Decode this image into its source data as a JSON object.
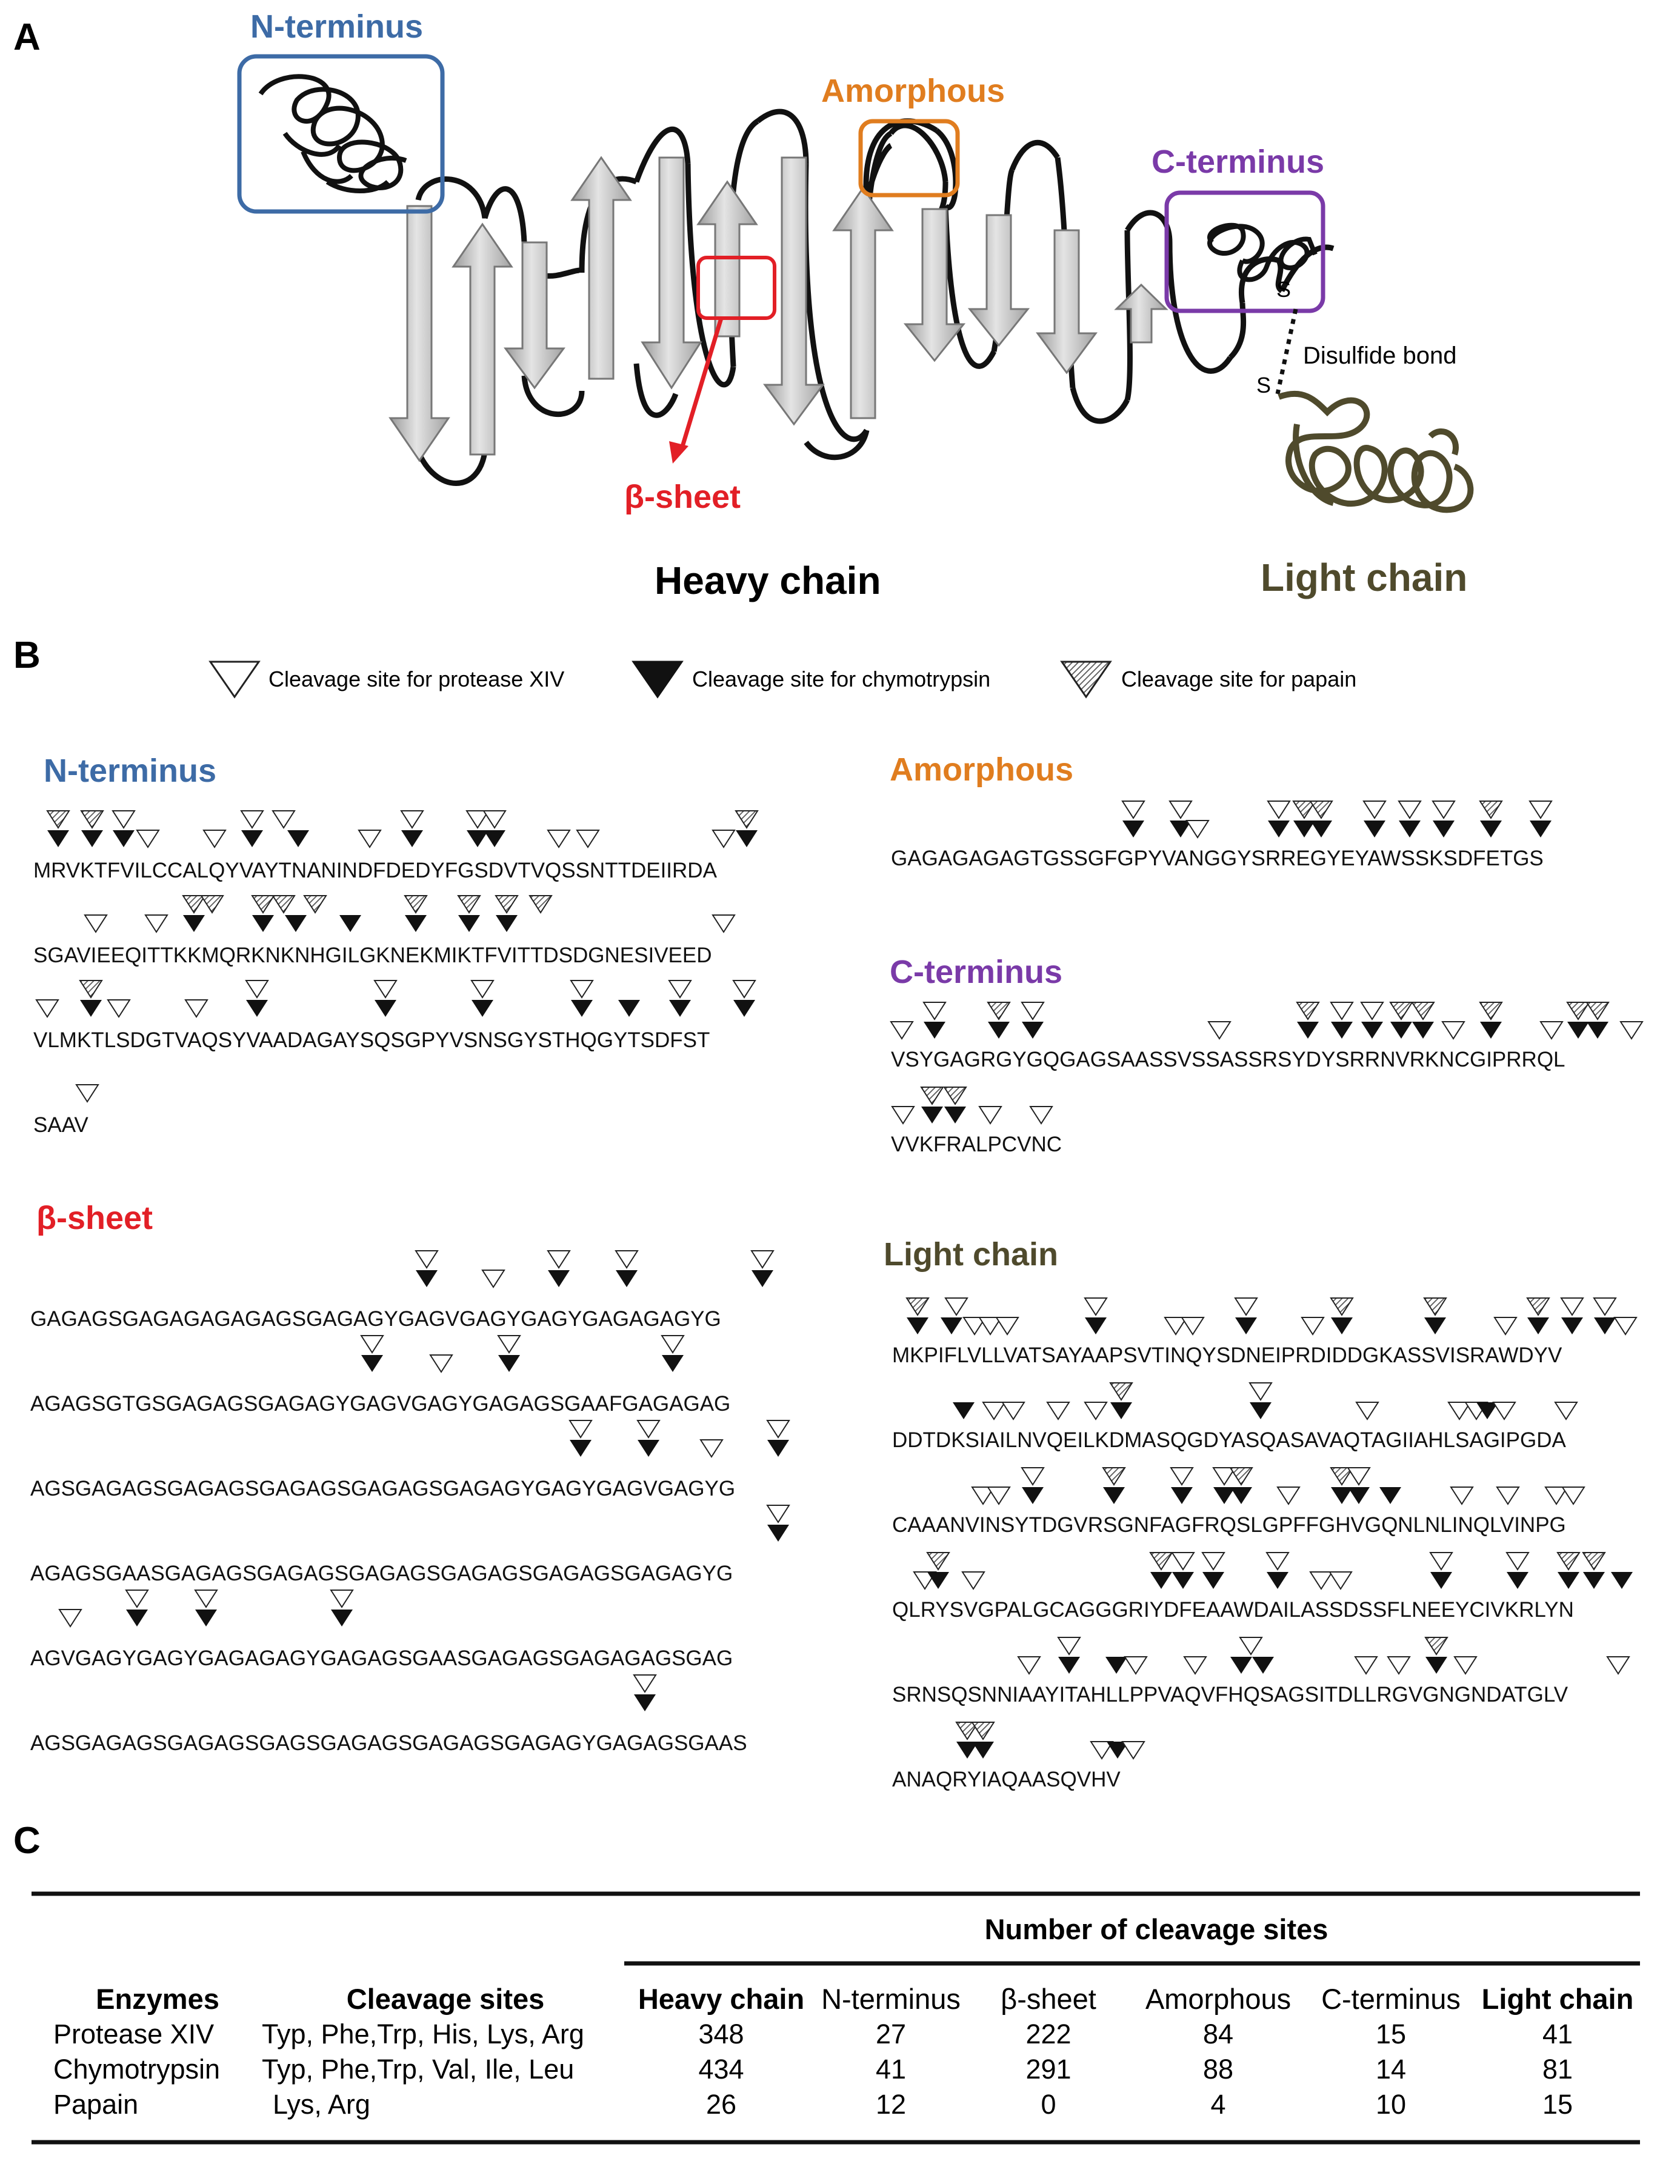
{
  "panels": {
    "a": "A",
    "b": "B",
    "c": "C"
  },
  "diagram": {
    "labels": {
      "n_terminus": "N-terminus",
      "amorphous": "Amorphous",
      "c_terminus": "C-terminus",
      "beta_sheet": "β-sheet",
      "disulfide_bond": "Disulfide bond",
      "s_top": "S",
      "s_bottom": "S",
      "heavy_chain": "Heavy chain",
      "light_chain": "Light chain"
    },
    "colors": {
      "n_terminus": "#3d6ba6",
      "amorphous": "#e07d1f",
      "c_terminus": "#7a3aa8",
      "beta_sheet": "#e21f26",
      "light_chain": "#4f4a2c"
    }
  },
  "legend": {
    "protease_xiv": "Cleavage site for protease XIV",
    "chymotrypsin": "Cleavage site for chymotrypsin",
    "papain": "Cleavage site for papain"
  },
  "sequences": {
    "n_terminus": {
      "title": "N-terminus",
      "lines": [
        "MRVKTFVILCCALQYVAYTNANINDFDEDYFGSDVTVQSSNTTDEIIRDA",
        "SGAVIEEQITTKKMQRKNKNHGILGKNEKMIKTFVITTDSDGNESIVEED",
        "VLMKTLSDGTVAQSYVAADAGAYSQSGPYVSNSGYSTHQGYTSDFST",
        "SAAV"
      ]
    },
    "beta_sheet": {
      "title": "β-sheet",
      "lines": [
        "GAGAGSGAGAGAGAGAGSGAGAGYGAGVGAGYGAGYGAGAGAGYG",
        "AGAGSGTGSGAGAGSGAGAGYGAGVGAGYGAGAGSGAAFGAGAGAG",
        "AGSGAGAGSGAGAGSGAGAGSGAGAGSGAGAGYGAGYGAGVGAGYG",
        "AGAGSGAASGAGAGSGAGAGSGAGAGSGAGAGSGAGAGSGAGAGYG",
        "AGVGAGYGAGYGAGAGAGYGAGAGSGAASGAGAGSGAGAGAGSGAG",
        "AGSGAGAGSGAGAGSGAGSGAGAGSGAGAGSGAGAGYGAGAGSGAAS"
      ]
    },
    "amorphous": {
      "title": "Amorphous",
      "lines": [
        "GAGAGAGAGTGSSGFGPYVANGGYSRREGYEYAWSSKSDFETGS"
      ]
    },
    "c_terminus": {
      "title": "C-terminus",
      "lines": [
        "VSYGAGRGYGQGAGSAASSVSSASSRSYDYSRRNVRKNCGIPRRQL",
        "VVKFRALPCVNC"
      ]
    },
    "light_chain": {
      "title": "Light chain",
      "lines": [
        "MKPIFLVLLVATSAYAAPSVTINQYSDNEIPRDIDDGKASSVISRAWDYV",
        "DDTDKSIAILNVQEILKDMASQGDYASQASAVAQTAGIIAHLSAGIPGDA",
        "CAAANVINSYTDGVRSGNFAGFRQSLGPFFGHVGQNLNLINQLVINPG",
        "QLRYSVGPALGCAGGGRIYDFEAAWDAILASSDSSFLNEEYCIVKRLYN",
        "SRNSQSNNIAAYITAHLLPPVAQVFHQSAGSITDLLRGVGNGNDATGLV",
        "ANAQRYIAQAASQVHV"
      ]
    }
  },
  "table": {
    "group_header": "Number of cleavage sites",
    "columns": [
      "Enzymes",
      "Cleavage sites",
      "Heavy chain",
      "N-terminus",
      "β-sheet",
      "Amorphous",
      "C-terminus",
      "Light chain"
    ],
    "rows": [
      {
        "enzyme": "Protease XIV",
        "sites": "Typ, Phe,Trp, His, Lys, Arg",
        "values": [
          "348",
          "27",
          "222",
          "84",
          "15",
          "41"
        ]
      },
      {
        "enzyme": "Chymotrypsin",
        "sites": "Typ, Phe,Trp, Val, Ile, Leu",
        "values": [
          "434",
          "41",
          "291",
          "88",
          "14",
          "81"
        ]
      },
      {
        "enzyme": "Papain",
        "sites": "Lys, Arg",
        "values": [
          "26",
          "12",
          "0",
          "4",
          "10",
          "15"
        ]
      }
    ]
  }
}
